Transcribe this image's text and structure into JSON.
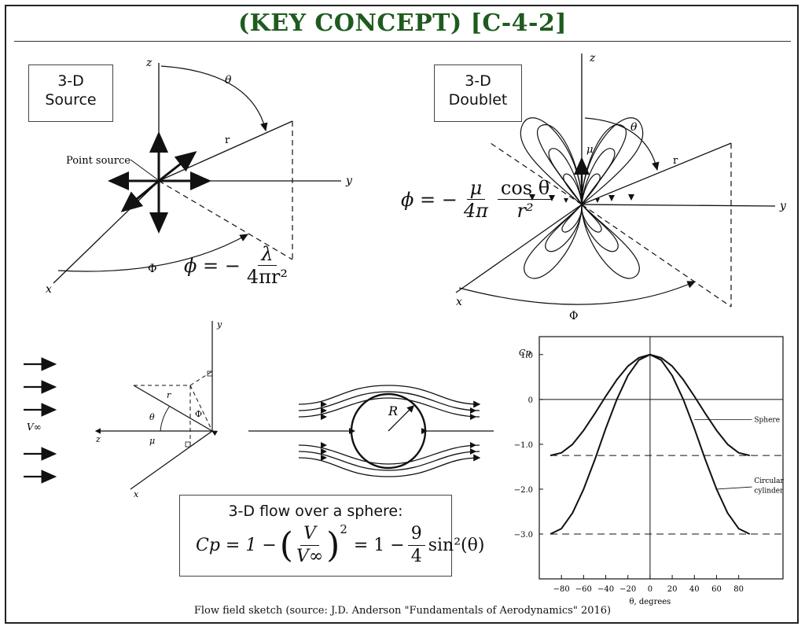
{
  "title": "(KEY CONCEPT) [C-4-2]",
  "source_panel": {
    "label_line1": "3-D",
    "label_line2": "Source",
    "axis_z": "z",
    "axis_y": "y",
    "axis_x": "x",
    "angle_theta": "θ",
    "angle_phi": "Φ",
    "radius": "r",
    "point_source": "Point source",
    "eq_lhs": "ϕ = −",
    "eq_num": "λ",
    "eq_den": "4πr²"
  },
  "doublet_panel": {
    "label_line1": "3-D",
    "label_line2": "Doublet",
    "axis_z": "z",
    "axis_y": "y",
    "axis_x": "x",
    "angle_theta": "θ",
    "angle_phi": "Φ",
    "radius": "r",
    "mu": "μ",
    "eq_lhs": "ϕ = −",
    "eq_num1": "μ",
    "eq_den1": "4π",
    "eq_num2": "cos θ",
    "eq_den2": "r²"
  },
  "coord_panel": {
    "v_inf": "V∞",
    "axis_y": "y",
    "axis_z": "z",
    "axis_x": "x",
    "theta": "θ",
    "phi": "Φ",
    "radius": "r",
    "mu": "μ"
  },
  "sphere_sketch": {
    "radius_label": "R"
  },
  "formula_box": {
    "caption": "3-D flow over a sphere:",
    "lhs": "Cp = 1 −",
    "frac_num": "V",
    "frac_den": "V∞",
    "exponent": "2",
    "middle": "= 1 −",
    "coef_num": "9",
    "coef_den": "4",
    "tail": "sin²(θ)"
  },
  "chart_data": {
    "type": "line",
    "xlabel": "θ, degrees",
    "ylabel": "Cp",
    "xlim": [
      -100,
      120
    ],
    "ylim": [
      -4.0,
      1.4
    ],
    "x_ticks": [
      -80,
      -60,
      -40,
      -20,
      0,
      20,
      40,
      60,
      80
    ],
    "x_tick_labels": [
      "−80",
      "−60",
      "−40",
      "−20",
      "0",
      "20",
      "40",
      "60",
      "80"
    ],
    "y_ticks": [
      1.0,
      0,
      -1.0,
      -2.0,
      -3.0
    ],
    "y_tick_labels": [
      "1.0",
      "0",
      "−1.0",
      "−2.0",
      "−3.0"
    ],
    "series": [
      {
        "name": "Sphere",
        "x": [
          -90,
          -80,
          -70,
          -60,
          -50,
          -40,
          -30,
          -20,
          -10,
          0,
          10,
          20,
          30,
          40,
          50,
          60,
          70,
          80,
          90
        ],
        "y": [
          -1.25,
          -1.19,
          -1.0,
          -0.69,
          -0.32,
          0.07,
          0.44,
          0.74,
          0.93,
          1.0,
          0.93,
          0.74,
          0.44,
          0.07,
          -0.32,
          -0.69,
          -1.0,
          -1.19,
          -1.25
        ]
      },
      {
        "name": "Circular cylinder",
        "x": [
          -90,
          -80,
          -70,
          -60,
          -50,
          -40,
          -30,
          -20,
          -10,
          0,
          10,
          20,
          30,
          40,
          50,
          60,
          70,
          80,
          90
        ],
        "y": [
          -3.0,
          -2.88,
          -2.53,
          -2.0,
          -1.35,
          -0.65,
          0.0,
          0.53,
          0.88,
          1.0,
          0.88,
          0.53,
          0.0,
          -0.65,
          -1.35,
          -2.0,
          -2.53,
          -2.88,
          -3.0
        ]
      }
    ],
    "reference_lines_y": [
      -1.25,
      -3.0
    ],
    "labels": {
      "sphere": "Sphere",
      "cylinder_line1": "Circular",
      "cylinder_line2": "cylinder"
    }
  },
  "caption": "Flow field sketch (source: J.D. Anderson \"Fundamentals of Aerodynamics\" 2016)"
}
